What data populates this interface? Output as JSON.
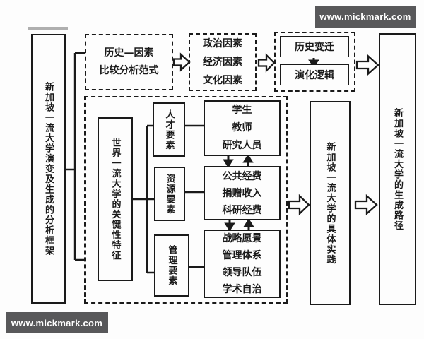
{
  "watermark": {
    "top": "www.mickmark.com",
    "bottom": "www.mickmark.com"
  },
  "colors": {
    "banner_bg": "#58585a",
    "ink": "#1a1a1a",
    "background": "#fdfdfd"
  },
  "left_panel": {
    "title": "新加坡一流大学演变及生成的分析框架"
  },
  "top_flow": {
    "paradigm": {
      "line1": "历史—因素",
      "line2": "比较分析范式"
    },
    "factors": {
      "items": [
        "政治因素",
        "经济因素",
        "文化因素"
      ]
    },
    "evolution": {
      "top": "历史变迁",
      "bottom": "演化逻辑"
    }
  },
  "features": {
    "title": "世界一流大学的关键性特征",
    "talent": {
      "label": "人才要素",
      "items": [
        "学生",
        "教师",
        "研究人员"
      ]
    },
    "resource": {
      "label": "资源要素",
      "items": [
        "公共经费",
        "捐赠收入",
        "科研经费"
      ]
    },
    "management": {
      "label": "管理要素",
      "items": [
        "战略愿景",
        "管理体系",
        "领导队伍",
        "学术自治"
      ]
    }
  },
  "practice": {
    "title": "新加坡一流大学的具体实践"
  },
  "path": {
    "title": "新加坡一流大学的生成路径"
  }
}
